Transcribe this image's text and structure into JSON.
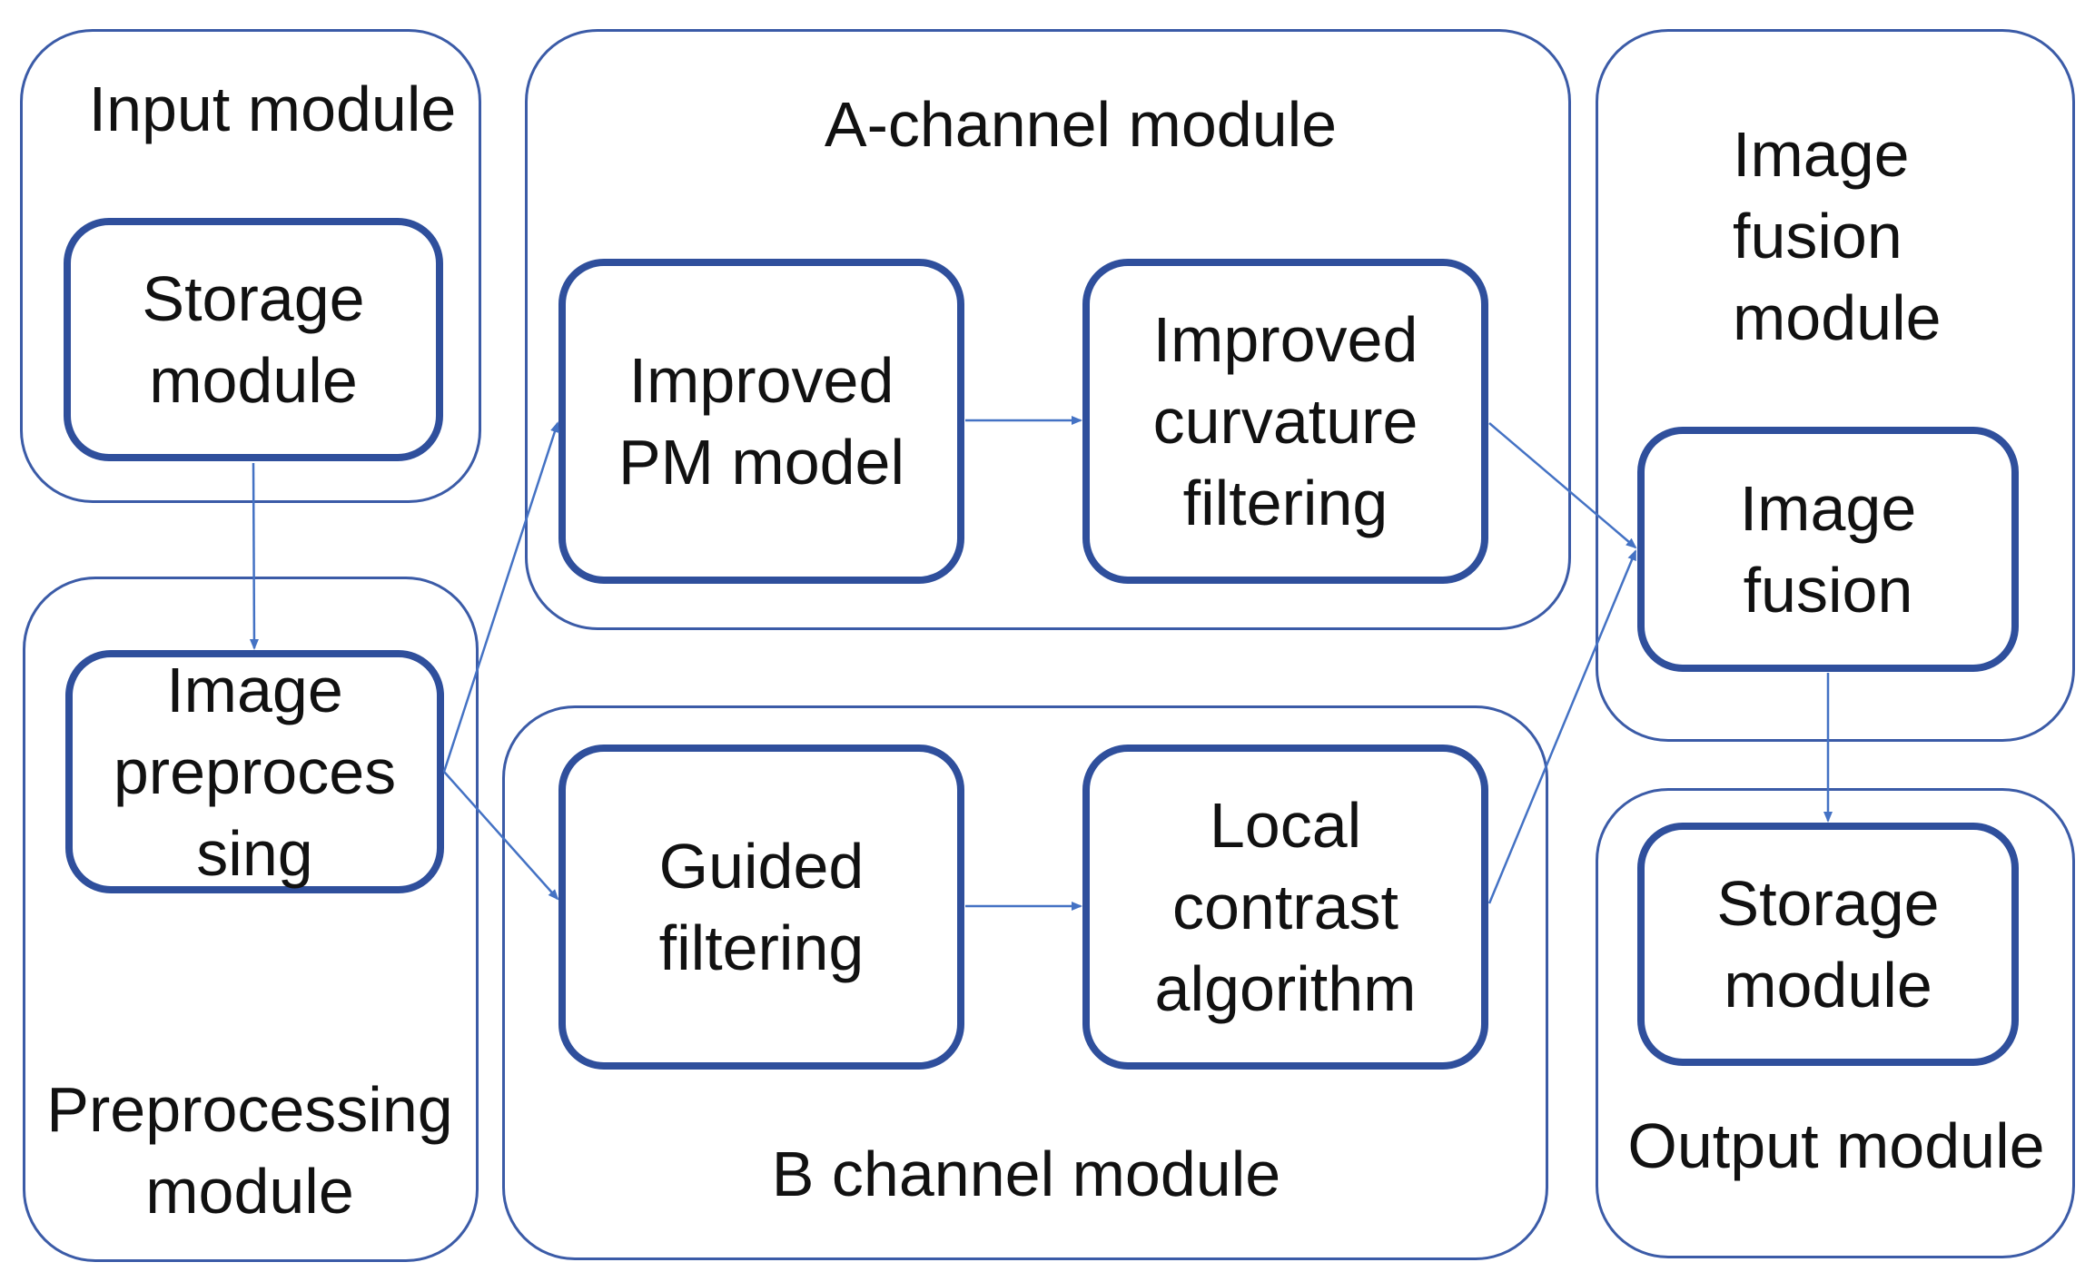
{
  "groups": {
    "input": {
      "label": "Input module"
    },
    "preprocessing": {
      "label": "Preprocessing\nmodule"
    },
    "a_channel": {
      "label": "A-channel module"
    },
    "b_channel": {
      "label": "B channel module"
    },
    "image_fusion": {
      "label": "Image\nfusion\nmodule"
    },
    "output": {
      "label": "Output module"
    }
  },
  "boxes": {
    "storage_in": {
      "label": "Storage\nmodule"
    },
    "preprocess": {
      "label": "Image\npreproces\nsing"
    },
    "pm_model": {
      "label": "Improved\nPM model"
    },
    "curvature": {
      "label": "Improved\ncurvature\nfiltering"
    },
    "guided": {
      "label": "Guided\nfiltering"
    },
    "local_contrast": {
      "label": "Local\ncontrast\nalgorithm"
    },
    "fusion": {
      "label": "Image\nfusion"
    },
    "storage_out": {
      "label": "Storage\nmodule"
    }
  },
  "colors": {
    "border": "#3b5ba7",
    "box_border": "#2f4f9c",
    "arrow": "#4472c4"
  }
}
